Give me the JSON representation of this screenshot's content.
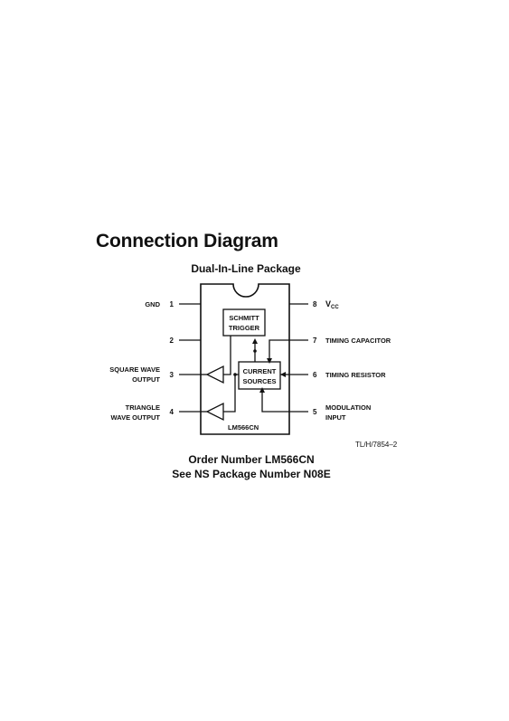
{
  "title": "Connection Diagram",
  "subtitle": "Dual-In-Line Package",
  "chip_label": "LM566CN",
  "blocks": {
    "schmitt_line1": "SCHMITT",
    "schmitt_line2": "TRIGGER",
    "current_line1": "CURRENT",
    "current_line2": "SOURCES"
  },
  "pins_left": [
    {
      "number": "1",
      "label_line1": "GND",
      "label_line2": ""
    },
    {
      "number": "2",
      "label_line1": "",
      "label_line2": ""
    },
    {
      "number": "3",
      "label_line1": "SQUARE WAVE",
      "label_line2": "OUTPUT"
    },
    {
      "number": "4",
      "label_line1": "TRIANGLE",
      "label_line2": "WAVE OUTPUT"
    }
  ],
  "pins_right": [
    {
      "number": "8",
      "label_main": "V",
      "label_sub": "CC",
      "label_line2": ""
    },
    {
      "number": "7",
      "label_main": "TIMING CAPACITOR",
      "label_sub": "",
      "label_line2": ""
    },
    {
      "number": "6",
      "label_main": "TIMING RESISTOR",
      "label_sub": "",
      "label_line2": ""
    },
    {
      "number": "5",
      "label_main": "MODULATION",
      "label_sub": "",
      "label_line2": "INPUT"
    }
  ],
  "reference": "TL/H/7854–2",
  "order_line1": "Order Number LM566CN",
  "order_line2": "See NS Package Number N08E"
}
